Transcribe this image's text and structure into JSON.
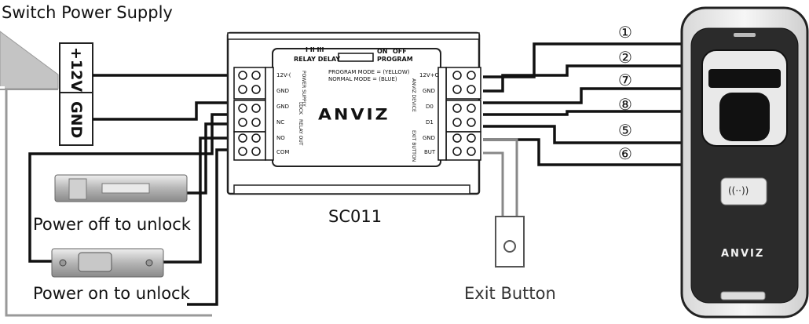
{
  "power_supply": {
    "title": "Switch Power Supply",
    "terminal_plus": "+12V",
    "terminal_gnd": "GND"
  },
  "locks": {
    "power_off_label": "Power off to unlock",
    "power_on_label": "Power on to unlock"
  },
  "controller": {
    "model_label": "SC011",
    "brand": "ANVIZ",
    "dip_positions": "I  II  III",
    "relay_delay": "RELAY DELAY",
    "switch_on": "ON",
    "switch_off": "OFF",
    "program": "PROGRAM",
    "program_mode": "PROGRAM MODE = (YELLOW)",
    "normal_mode": "NORMAL MODE = (BLUE)",
    "left_terminals": [
      "12V-(",
      "GND",
      "GND",
      "NC",
      "NO",
      "COM"
    ],
    "left_groups": [
      "POWER SUPPLY",
      "LOCK",
      "RELAY OUT"
    ],
    "right_terminals": [
      "12V+O",
      "GND",
      "D0",
      "D1",
      "GND",
      "BUT"
    ],
    "right_groups": [
      "ANVIZ DEVICE",
      "EXIT BUTTON"
    ]
  },
  "reader": {
    "brand": "ANVIZ",
    "card_symbol": "((··))",
    "wire_numbers": [
      "①",
      "②",
      "⑦",
      "⑧",
      "⑤",
      "⑥"
    ]
  },
  "exit_button": {
    "label": "Exit Button"
  }
}
